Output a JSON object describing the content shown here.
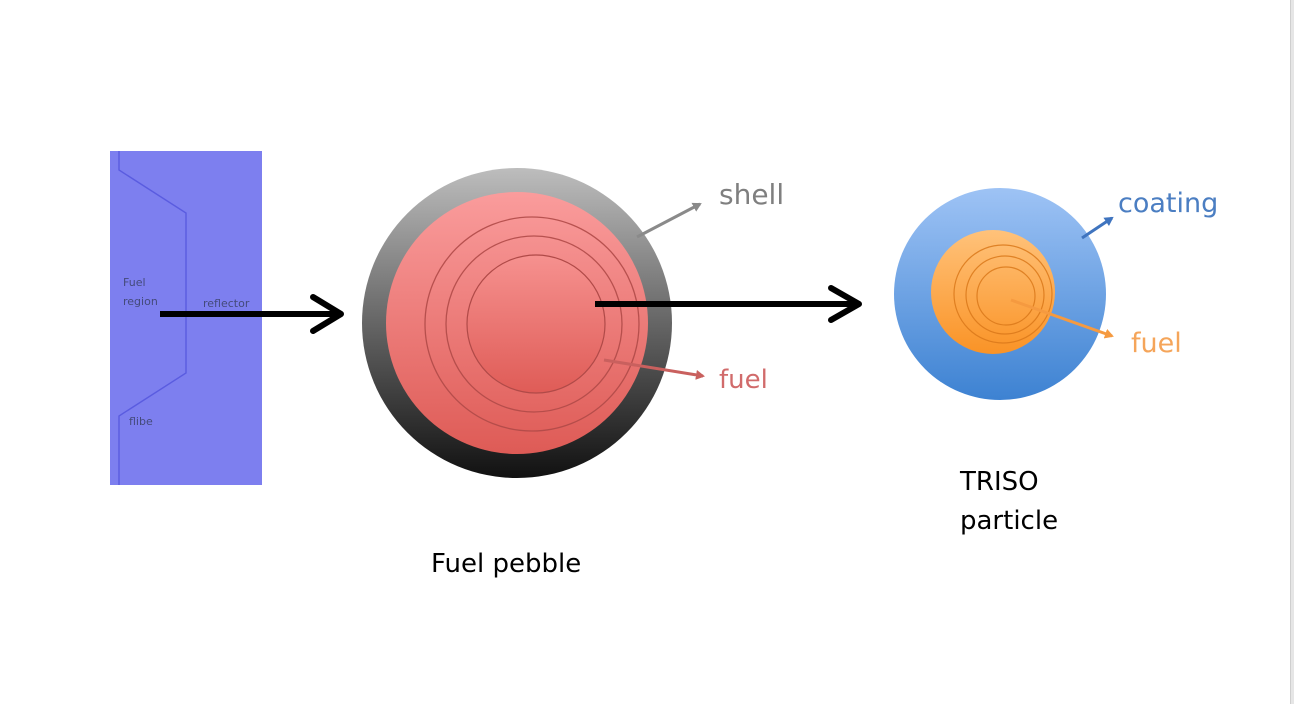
{
  "core_panel": {
    "fuel_region_line1": "Fuel",
    "fuel_region_line2": "region",
    "reflector": "reflector",
    "flibe": "flibe"
  },
  "pebble": {
    "shell_label": "shell",
    "fuel_label": "fuel",
    "caption": "Fuel pebble"
  },
  "triso": {
    "coating_label": "coating",
    "fuel_label": "fuel",
    "caption_line1": "TRISO",
    "caption_line2": "particle"
  },
  "colors": {
    "core_panel": "#7d7fef",
    "core_lines": "#5a5ce0",
    "shell_label": "#7f7f7f",
    "pebble_fuel_label": "#d16b6b",
    "coating_label": "#4b7ec2",
    "triso_fuel_label": "#f5a55a",
    "arrow": "#000000"
  }
}
